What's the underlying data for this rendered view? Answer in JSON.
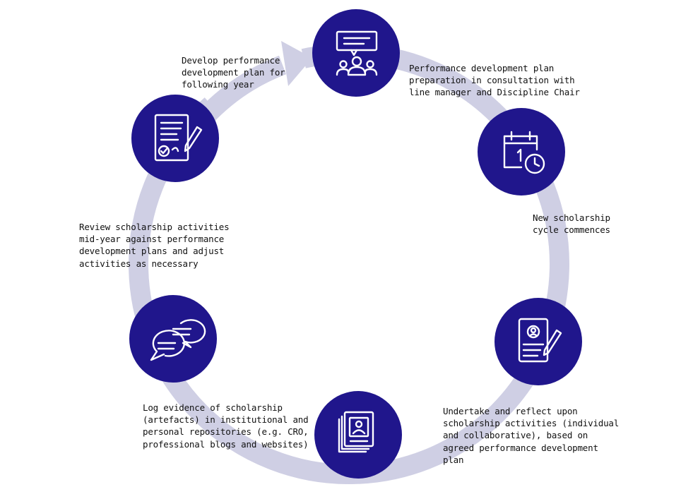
{
  "colors": {
    "ring": "#cfcfe4",
    "node": "#20168c",
    "icon": "#ffffff",
    "text": "#111111"
  },
  "steps": [
    {
      "icon": "presentation-meeting-icon",
      "lines": [
        "Performance development plan",
        "preparation in consultation with",
        "line manager and Discipline Chair"
      ]
    },
    {
      "icon": "calendar-clock-icon",
      "lines": [
        "New scholarship",
        "cycle commences"
      ]
    },
    {
      "icon": "profile-document-pen-icon",
      "lines": [
        "Undertake and reflect upon",
        "scholarship activities (individual",
        "and collaborative), based on",
        "agreed performance development",
        "plan"
      ]
    },
    {
      "icon": "document-stack-icon",
      "lines": [
        "Log evidence of scholarship",
        "(artefacts) in institutional and",
        "personal repositories (e.g. CRO,",
        "professional blogs and websites)"
      ]
    },
    {
      "icon": "chat-bubbles-icon",
      "lines": [
        "Review scholarship activities",
        "mid-year against performance",
        "development plans and adjust",
        "activities as necessary"
      ]
    },
    {
      "icon": "signed-document-icon",
      "lines": [
        "Develop performance",
        "development plan for",
        "following year"
      ]
    }
  ]
}
